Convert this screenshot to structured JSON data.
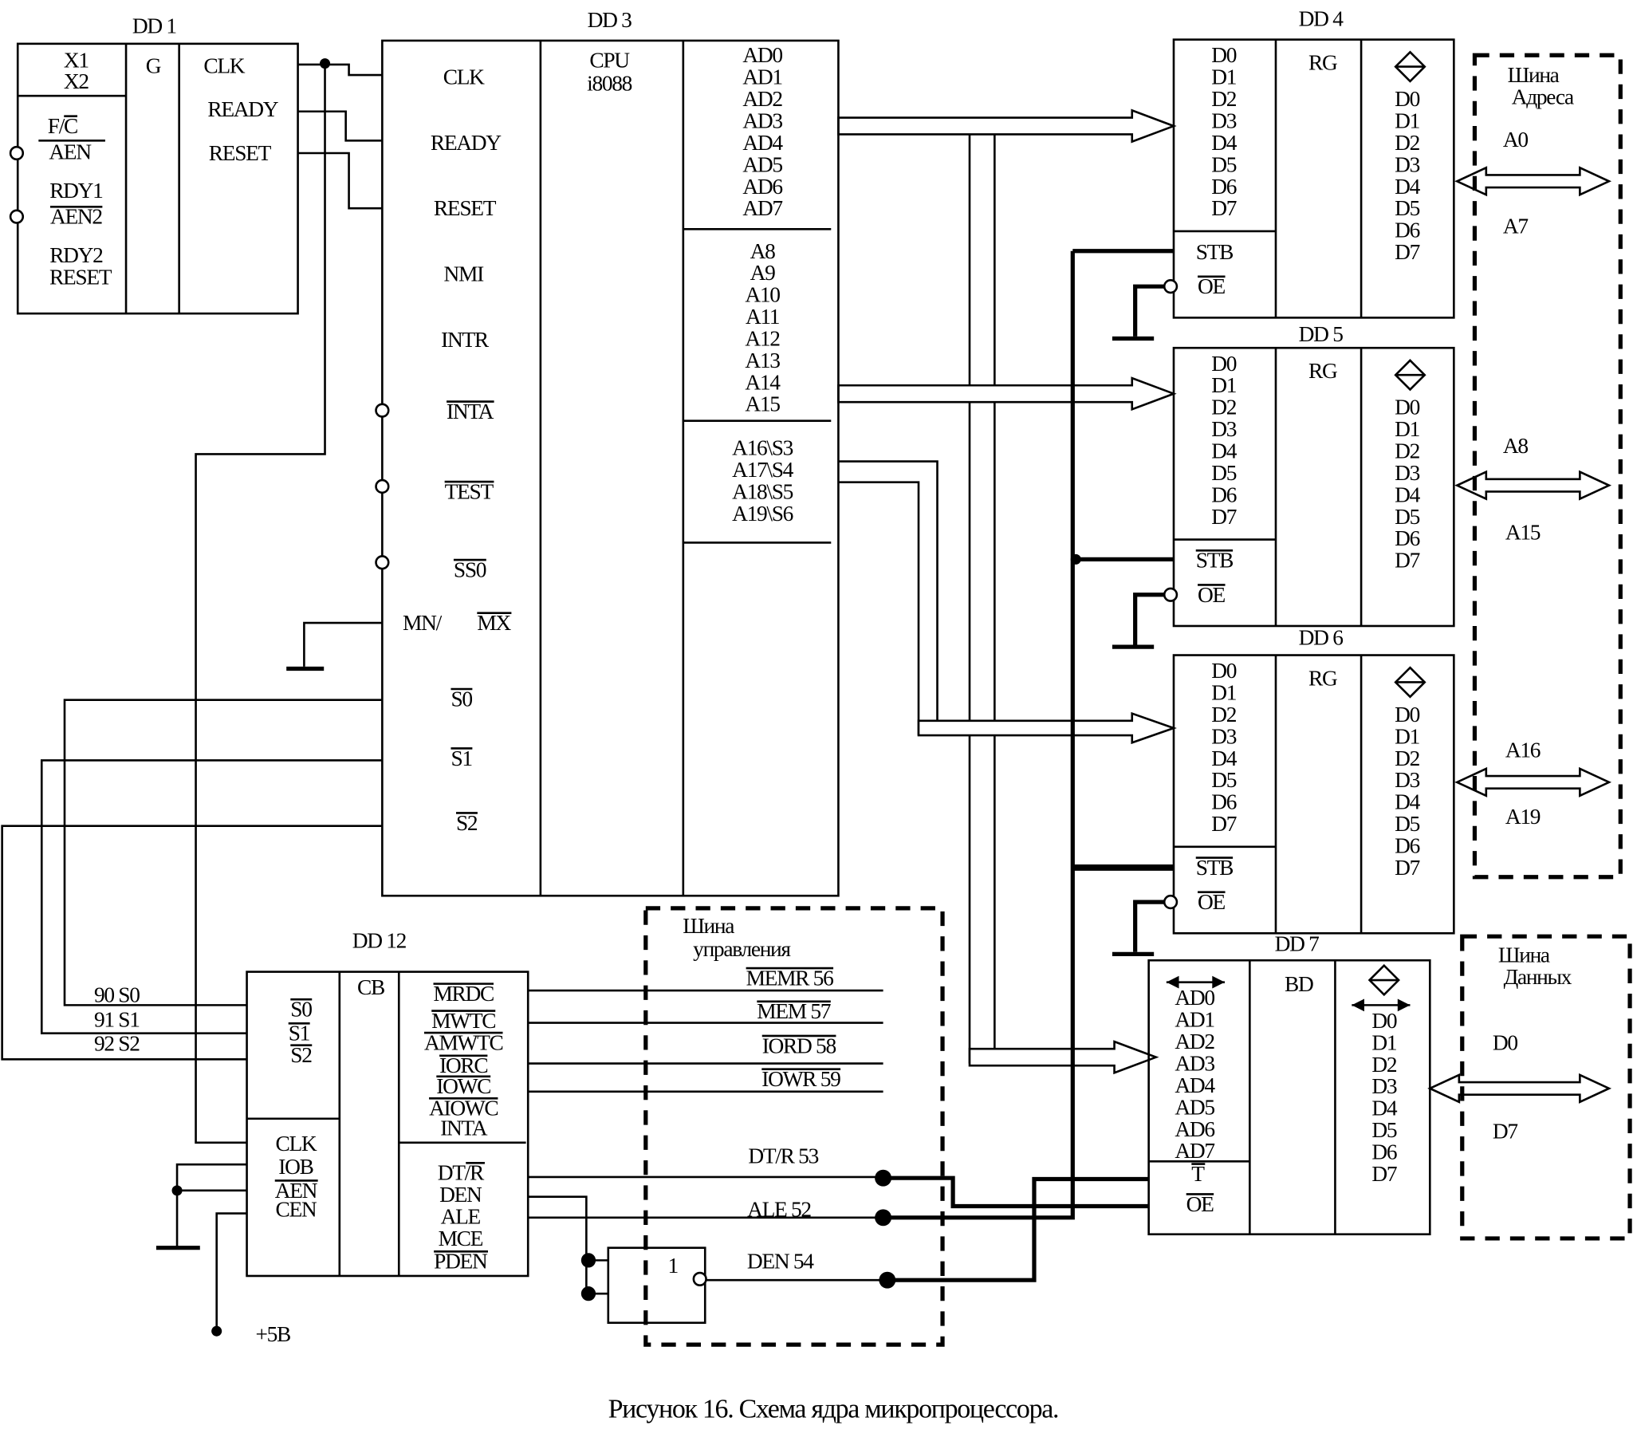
{
  "caption": "Рисунок 16. Схема ядра микропроцессора.",
  "dd1": {
    "title": "DD 1",
    "x1": "X1",
    "x2": "X2",
    "func": "G",
    "outputs": [
      "CLK",
      "READY",
      "RESET"
    ],
    "inputs": [
      "F/C",
      "AEN",
      "RDY1",
      "AEN2",
      "RDY2",
      "RESET"
    ]
  },
  "dd3": {
    "title": "DD 3",
    "type": [
      "CPU",
      "i8088"
    ],
    "left": [
      "CLK",
      "READY",
      "RESET",
      "NMI",
      "INTR",
      "INTA",
      "TEST",
      "SS0",
      "MN/",
      "MX",
      "S0",
      "S1",
      "S2"
    ],
    "ad": [
      "AD0",
      "AD1",
      "AD2",
      "AD3",
      "AD4",
      "AD5",
      "AD6",
      "AD7"
    ],
    "a": [
      "A8",
      "A9",
      "A10",
      "A11",
      "A12",
      "A13",
      "A14",
      "A15"
    ],
    "as": [
      "A16\\S3",
      "A17\\S4",
      "A18\\S5",
      "A19\\S6"
    ]
  },
  "dd4": {
    "title": "DD 4",
    "inputs": [
      "D0",
      "D1",
      "D2",
      "D3",
      "D4",
      "D5",
      "D6",
      "D7"
    ],
    "func": "RG",
    "outputs": [
      "D0",
      "D1",
      "D2",
      "D3",
      "D4",
      "D5",
      "D6",
      "D7"
    ],
    "stb": "STB",
    "oe": "OE"
  },
  "dd5": {
    "title": "DD 5",
    "inputs": [
      "D0",
      "D1",
      "D2",
      "D3",
      "D4",
      "D5",
      "D6",
      "D7"
    ],
    "func": "RG",
    "outputs": [
      "D0",
      "D1",
      "D2",
      "D3",
      "D4",
      "D5",
      "D6",
      "D7"
    ],
    "stb": "STB",
    "oe": "OE"
  },
  "dd6": {
    "title": "DD 6",
    "inputs": [
      "D0",
      "D1",
      "D2",
      "D3",
      "D4",
      "D5",
      "D6",
      "D7"
    ],
    "func": "RG",
    "outputs": [
      "D0",
      "D1",
      "D2",
      "D3",
      "D4",
      "D5",
      "D6",
      "D7"
    ],
    "stb": "STB",
    "oe": "OE"
  },
  "dd7": {
    "title": "DD 7",
    "inputs": [
      "AD0",
      "AD1",
      "AD2",
      "AD3",
      "AD4",
      "AD5",
      "AD6",
      "AD7"
    ],
    "func": "BD",
    "outputs": [
      "D0",
      "D1",
      "D2",
      "D3",
      "D4",
      "D5",
      "D6",
      "D7"
    ],
    "t": "T",
    "oe": "OE"
  },
  "dd12": {
    "title": "DD 12",
    "func": "CB",
    "inputs": [
      "S0",
      "S1",
      "S2"
    ],
    "ctl": [
      "CLK",
      "IOB",
      "AEN",
      "CEN"
    ],
    "cmd": [
      "MRDC",
      "MWTC",
      "AMWTC",
      "IORC",
      "IOWC",
      "AIOWC",
      "INTA"
    ],
    "ctl_out": [
      "DT/R",
      "DEN",
      "ALE",
      "MCE",
      "PDEN"
    ]
  },
  "status_pins": [
    "90 S0",
    "91 S1",
    "92 S2"
  ],
  "power": "+5B",
  "gate": "1",
  "control_bus": {
    "title": [
      "Шина",
      "управления"
    ],
    "signals": [
      "MEMR 56",
      "MEM  57",
      "IORD  58",
      "IOWR  59",
      "DT/R 53",
      "ALE 52",
      "DEN 54"
    ]
  },
  "address_bus": {
    "title": [
      "Шина",
      "Адреса"
    ],
    "labels": [
      "A0",
      "A7",
      "A8",
      "A15",
      "A16",
      "A19"
    ]
  },
  "data_bus": {
    "title": [
      "Шина",
      "Данных"
    ],
    "labels": [
      "D0",
      "D7"
    ]
  }
}
